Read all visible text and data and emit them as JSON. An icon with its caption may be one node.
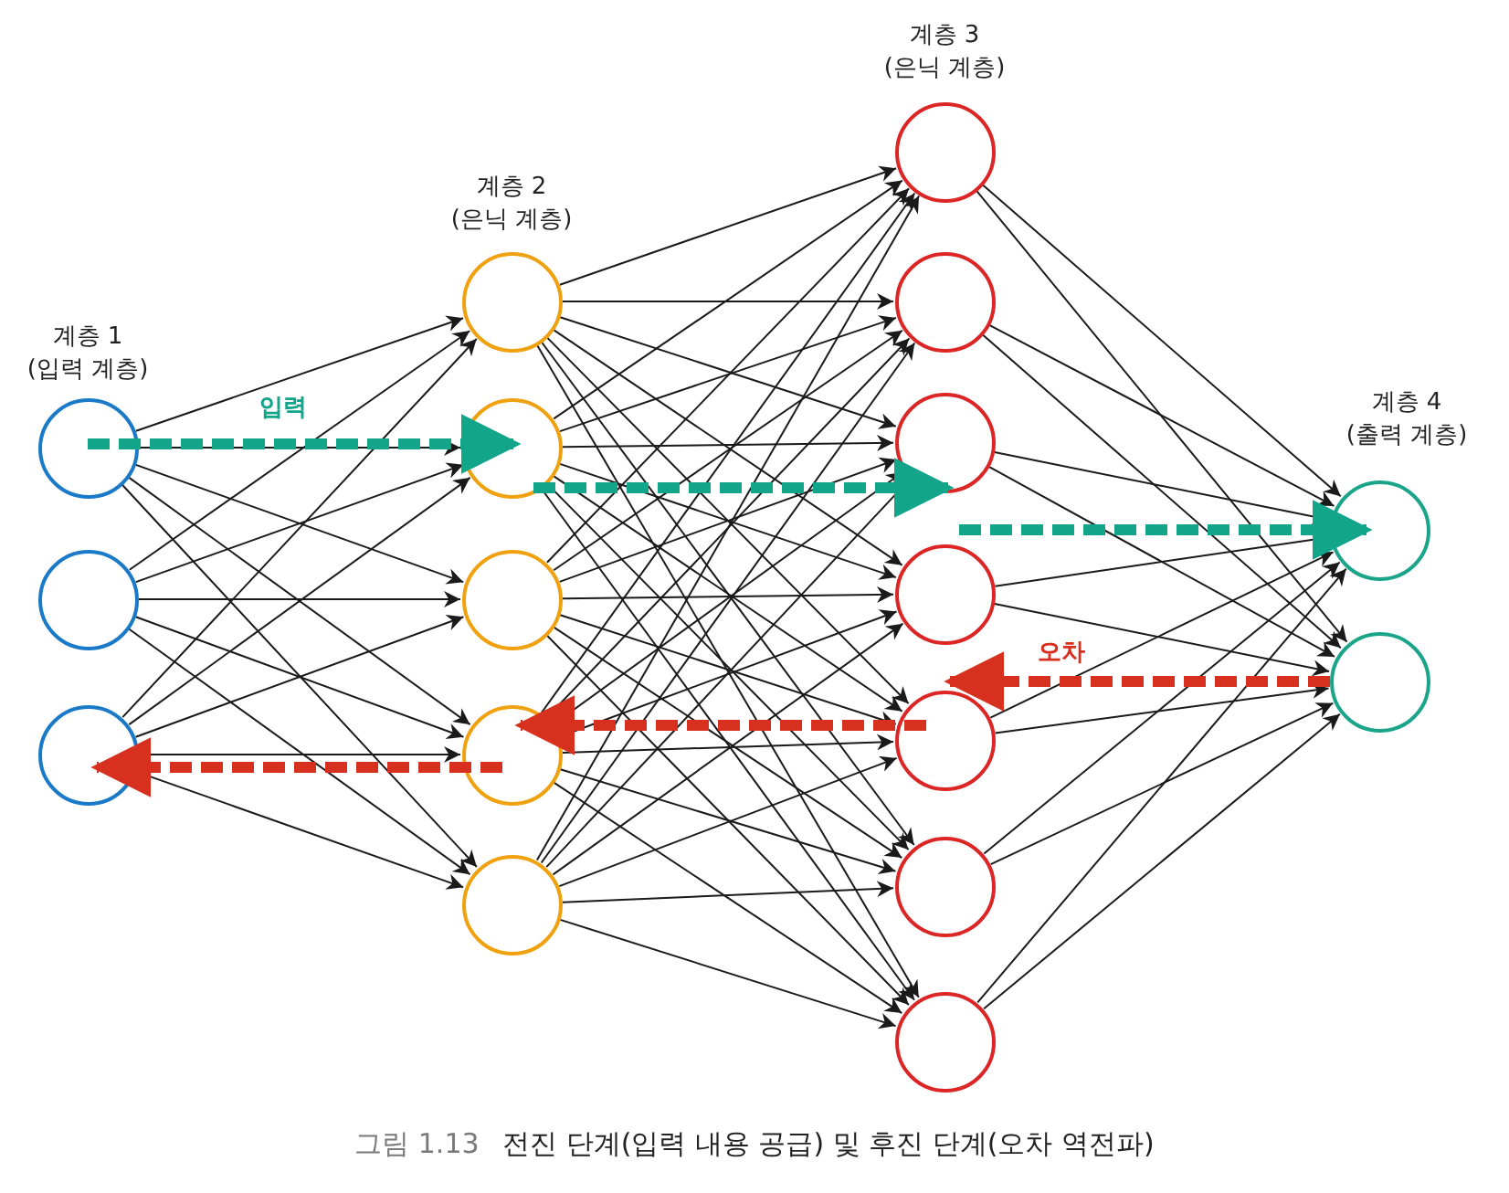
{
  "diagram": {
    "caption": "**그림 1.13** 전진 단계(입력 내용 공급) 및 후진 단계(오차 역전파)",
    "nodes": [
      {
        "text": [],
        "shape": "circle"
      },
      {
        "text": [],
        "shape": "circle"
      },
      {
        "text": [],
        "shape": "circle"
      },
      {
        "text": [],
        "shape": "circle"
      },
      {
        "text": [],
        "shape": "circle"
      },
      {
        "text": [],
        "shape": "circle"
      },
      {
        "text": [],
        "shape": "circle"
      },
      {
        "text": [],
        "shape": "circle"
      },
      {
        "text": [],
        "shape": "circle"
      },
      {
        "text": [],
        "shape": "circle"
      },
      {
        "text": [],
        "shape": "circle"
      },
      {
        "text": [],
        "shape": "circle"
      },
      {
        "text": [],
        "shape": "circle"
      },
      {
        "text": [],
        "shape": "circle"
      },
      {
        "text": [],
        "shape": "circle"
      },
      {
        "text": [],
        "shape": "circle"
      },
      {
        "text": [],
        "shape": "circle"
      }
    ],
    "edges": [
      {
        "from": 0,
        "to": 3,
        "arrow": "to"
      },
      {
        "from": 0,
        "to": 4,
        "arrow": "to"
      },
      {
        "from": 0,
        "to": 5,
        "arrow": "to"
      },
      {
        "from": 0,
        "to": 6,
        "arrow": "to"
      },
      {
        "from": 0,
        "to": 7,
        "arrow": "to"
      },
      {
        "from": 1,
        "to": 3,
        "arrow": "to"
      },
      {
        "from": 1,
        "to": 4,
        "arrow": "to"
      },
      {
        "from": 1,
        "to": 5,
        "arrow": "to"
      },
      {
        "from": 1,
        "to": 6,
        "arrow": "to"
      },
      {
        "from": 1,
        "to": 7,
        "arrow": "to"
      },
      {
        "from": 2,
        "to": 3,
        "arrow": "to"
      },
      {
        "from": 2,
        "to": 4,
        "arrow": "to"
      },
      {
        "from": 2,
        "to": 5,
        "arrow": "to"
      },
      {
        "from": 2,
        "to": 6,
        "arrow": "to"
      },
      {
        "from": 2,
        "to": 7,
        "arrow": "to"
      },
      {
        "from": 3,
        "to": 8,
        "arrow": "to"
      },
      {
        "from": 3,
        "to": 9,
        "arrow": "to"
      },
      {
        "from": 3,
        "to": 10,
        "arrow": "to"
      },
      {
        "from": 3,
        "to": 11,
        "arrow": "to"
      },
      {
        "from": 3,
        "to": 12,
        "arrow": "to"
      },
      {
        "from": 3,
        "to": 13,
        "arrow": "to"
      },
      {
        "from": 3,
        "to": 14,
        "arrow": "to"
      },
      {
        "from": 4,
        "to": 8,
        "arrow": "to"
      },
      {
        "from": 4,
        "to": 9,
        "arrow": "to"
      },
      {
        "from": 4,
        "to": 10,
        "arrow": "to"
      },
      {
        "from": 4,
        "to": 11,
        "arrow": "to"
      },
      {
        "from": 4,
        "to": 12,
        "arrow": "to"
      },
      {
        "from": 4,
        "to": 13,
        "arrow": "to"
      },
      {
        "from": 4,
        "to": 14,
        "arrow": "to"
      },
      {
        "from": 5,
        "to": 8,
        "arrow": "to"
      },
      {
        "from": 5,
        "to": 9,
        "arrow": "to"
      },
      {
        "from": 5,
        "to": 10,
        "arrow": "to"
      },
      {
        "from": 5,
        "to": 11,
        "arrow": "to"
      },
      {
        "from": 5,
        "to": 12,
        "arrow": "to"
      },
      {
        "from": 5,
        "to": 13,
        "arrow": "to"
      },
      {
        "from": 5,
        "to": 14,
        "arrow": "to"
      },
      {
        "from": 6,
        "to": 8,
        "arrow": "to"
      },
      {
        "from": 6,
        "to": 9,
        "arrow": "to"
      },
      {
        "from": 6,
        "to": 10,
        "arrow": "to"
      },
      {
        "from": 6,
        "to": 11,
        "arrow": "to"
      },
      {
        "from": 6,
        "to": 12,
        "arrow": "to"
      },
      {
        "from": 6,
        "to": 13,
        "arrow": "to"
      },
      {
        "from": 6,
        "to": 14,
        "arrow": "to"
      },
      {
        "from": 7,
        "to": 8,
        "arrow": "to"
      },
      {
        "from": 7,
        "to": 9,
        "arrow": "to"
      },
      {
        "from": 7,
        "to": 10,
        "arrow": "to"
      },
      {
        "from": 7,
        "to": 11,
        "arrow": "to"
      },
      {
        "from": 7,
        "to": 12,
        "arrow": "to"
      },
      {
        "from": 7,
        "to": 13,
        "arrow": "to"
      },
      {
        "from": 7,
        "to": 14,
        "arrow": "to"
      },
      {
        "from": 8,
        "to": 15,
        "arrow": "to"
      },
      {
        "from": 8,
        "to": 16,
        "arrow": "to"
      },
      {
        "from": 9,
        "to": 15,
        "arrow": "to"
      },
      {
        "from": 9,
        "to": 16,
        "arrow": "to"
      },
      {
        "from": 10,
        "to": 15,
        "arrow": "to"
      },
      {
        "from": 10,
        "to": 16,
        "arrow": "to"
      },
      {
        "from": 11,
        "to": 15,
        "arrow": "to"
      },
      {
        "from": 11,
        "to": 16,
        "arrow": "to"
      },
      {
        "from": 12,
        "to": 15,
        "arrow": "to"
      },
      {
        "from": 12,
        "to": 16,
        "arrow": "to"
      },
      {
        "from": 13,
        "to": 15,
        "arrow": "to"
      },
      {
        "from": 13,
        "to": 16,
        "arrow": "to"
      },
      {
        "from": 14,
        "to": 15,
        "arrow": "to"
      },
      {
        "from": 14,
        "to": 16,
        "arrow": "to"
      },
      {
        "from": 0,
        "to": 4,
        "arrow": "to",
        "label": "입력",
        "style": "dashed",
        "color": "#12a58a"
      },
      {
        "from": 4,
        "to": 10,
        "arrow": "to",
        "style": "dashed",
        "color": "#12a58a"
      },
      {
        "from": 11,
        "to": 15,
        "arrow": "to",
        "style": "dashed",
        "color": "#12a58a"
      },
      {
        "from": 16,
        "to": 11,
        "arrow": "to",
        "label": "오차",
        "style": "dashed",
        "color": "#d7301f"
      },
      {
        "from": 12,
        "to": 6,
        "arrow": "to",
        "style": "dashed",
        "color": "#d7301f"
      },
      {
        "from": 6,
        "to": 2,
        "arrow": "to",
        "style": "dashed",
        "color": "#d7301f"
      }
    ],
    "labels": [
      "계층 3",
      "(은닉 계층)",
      "계층 2",
      "(은닉 계층)",
      "계층 1",
      "(입력 계층)",
      "계층 4",
      "(출력 계층)"
    ]
  }
}
